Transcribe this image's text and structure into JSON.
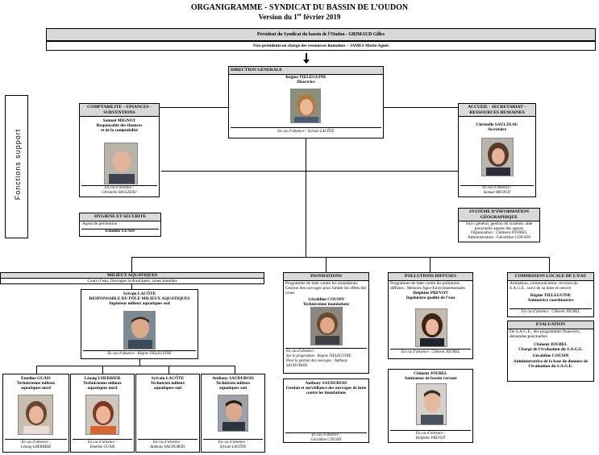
{
  "header": {
    "title": "ORGANIGRAMME -  SYNDICAT DU BASSIN DE L’OUDON",
    "version_prefix": "Version du 1",
    "version_sup": "er",
    "version_suffix": " février 2019"
  },
  "president": "Président du Syndicat du bassin de l’Oudon - GRIMAUD Gilles",
  "vice_president": "Vice-présidente en charge des ressources humaines – JAMES Marie-Agnès",
  "side_label": "Fonctions support",
  "direction": {
    "header": "DIRECTION GENERALE",
    "name": "Régine TIELEGUINE",
    "role": "Directrice",
    "absence": "En cas d’absence : Sylvain LACÔTE"
  },
  "comptabilite": {
    "header": "COMPTABILITE – FINANCES - SUBVENTIONS",
    "name": "Samuel MIGNOT",
    "role1": "Responsable des finances",
    "role2": "et de la comptabilité",
    "absence1": "En cas d’absence :",
    "absence2": "Christelle SAULZEAU"
  },
  "accueil": {
    "header": "ACCUEIL - SECRETARIAT – RESSOURCES HUMAINES",
    "name": "Christelle SAULZEAU",
    "role": "Secrétaire",
    "absence1": "En cas d’absence :",
    "absence2": "Samuel MIGNOT"
  },
  "hygiene": {
    "header": "HYGIENE ET SECURITE",
    "text": "Agent de prévention :",
    "name": "Emeline GUAIS"
  },
  "sig": {
    "header": "SYSTEME D’INFORMATION GÉOGRAPHIQUE",
    "text": "Suivi général, gestion du système, aide ponctuelle auprès des agents",
    "org": "Organisation : Clément JOUBEL",
    "admin": "Administration : Géraldine COUSIN"
  },
  "milieux": {
    "header": "MILIEUX AQUATIQUES",
    "text": "Cours d’eau, Ouvrages hydrauliques, zones humides",
    "lead_name": "Sylvain LACÔTE",
    "lead_role1": "RESPONSABLE DU PÔLE MILIEUX AQUATIQUES",
    "lead_role2": "Ingénieur milieux aquatiques sud",
    "lead_absence": "En cas d’absence : Régine TIELEGUINE"
  },
  "staff": [
    {
      "name": "Emeline GUAIS",
      "role1": "Technicienne milieux",
      "role2": "aquatiques nord",
      "absence1": "En cas d’absence :",
      "absence2": "Lénaig LHERBIER"
    },
    {
      "name": "Lénaig LHERBIER",
      "role1": "Technicienne milieux",
      "role2": "aquatiques nord",
      "absence1": "En cas d’absence :",
      "absence2": "Emeline GUAIS"
    },
    {
      "name": "Sylvain LACÔTE",
      "role1": "Technicien milieux",
      "role2": "aquatiques sud",
      "absence1": "En cas d’absence :",
      "absence2": "Anthony SAUDUBOIS"
    },
    {
      "name": "Anthony SAUDUBOIS",
      "role1": "Technicien milieux",
      "role2": "aquatiques sud",
      "absence1": "En cas d’absence :",
      "absence2": "Sylvain LACÔTE"
    }
  ],
  "inondations": {
    "header": "INONDATIONS",
    "text": "Programme de lutte contre les inondations Gestion des ouvrages pour limiter les effets des crues",
    "name": "Géraldine COUSIN",
    "role": "Technicienne inondations",
    "absence1": "En cas d’absence :",
    "absence2": "Sur le programme : Régine TIELEGUINE",
    "absence3": "Pour la gestion des ouvrages : Anthony SAUDUBOIS",
    "sub_name": "Anthony SAUDUBOIS",
    "sub_role": "Gestion et surveillance des ouvrages de lutte contre les inondations",
    "sub_absence1": "En cas d’absence :",
    "sub_absence2": "Géraldine COUSIN"
  },
  "pollutions": {
    "header": "POLLUTIONS DIFFUSES",
    "text": "Programme de lutte contre les pollutions diffuses ; Mesures Agro-Environnementales",
    "name": "Delphine PREVOT",
    "role": "Ingénieure qualité de l’eau",
    "absence": "En cas d’absence : Clément JOUBEL",
    "sub_name": "Clément JOUBEL",
    "sub_role": "Animateur de bassin versant",
    "sub_absence1": "En cas d’absence :",
    "sub_absence2": "Delphine PREVOT"
  },
  "cle": {
    "header": "COMMISSION LOCALE DE L’EAU",
    "text": "Animation, communication, révision du S.A.G.E., suivi de sa mise en œuvre",
    "name": "Régine TIELEGUINE",
    "role": "Animatrice coordinatrice",
    "absence": "En cas d’absence : Clément JOUBEL"
  },
  "evaluation": {
    "header": "EVALUATION",
    "text": "Du S.A.G.E., des programmes financiers, demandes ponctuelles",
    "name1": "Clément JOUBEL",
    "role1": "Chargé de l’évaluation du S.A.G.E.",
    "name2": "Géraldine COUSIN",
    "role2": "Administratrice de la base de données de l’évaluation du S.A.G.E."
  }
}
